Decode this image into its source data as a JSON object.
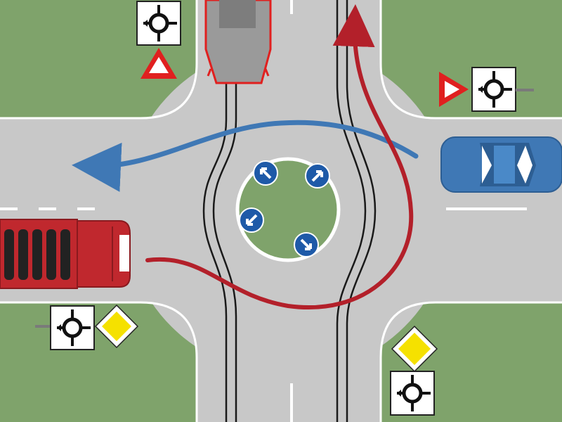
{
  "colors": {
    "grass": "#7fa36b",
    "road": "#c8c8c8",
    "road_edge": "#ffffff",
    "tram_rail": "#1a1a1a",
    "red_path": "#b3202a",
    "blue_path": "#3f78b5",
    "blue_car": "#3f78b5",
    "red_truck": "#c0282e",
    "tram": "#9a9a9a",
    "sign_blue": "#1e5aa8",
    "priority_yellow": "#f5e100",
    "warning_red": "#e0201f"
  },
  "signs": [
    {
      "name": "roundabout-direction-sign-top",
      "icon": "roundabout-arrow-icon"
    },
    {
      "name": "roundabout-direction-sign-right",
      "icon": "roundabout-arrow-icon"
    },
    {
      "name": "roundabout-direction-sign-bottom-left",
      "icon": "roundabout-arrow-icon"
    },
    {
      "name": "roundabout-direction-sign-bottom-right",
      "icon": "roundabout-arrow-icon"
    },
    {
      "name": "give-way-sign-top",
      "icon": "give-way-icon"
    },
    {
      "name": "give-way-sign-right",
      "icon": "give-way-icon"
    },
    {
      "name": "priority-road-sign-bottom-left",
      "icon": "priority-road-icon"
    },
    {
      "name": "priority-road-sign-bottom-right",
      "icon": "priority-road-icon"
    }
  ],
  "vehicles": [
    {
      "name": "blue-car",
      "icon": "car-icon"
    },
    {
      "name": "red-truck",
      "icon": "truck-icon"
    },
    {
      "name": "tram",
      "icon": "tram-icon"
    }
  ]
}
